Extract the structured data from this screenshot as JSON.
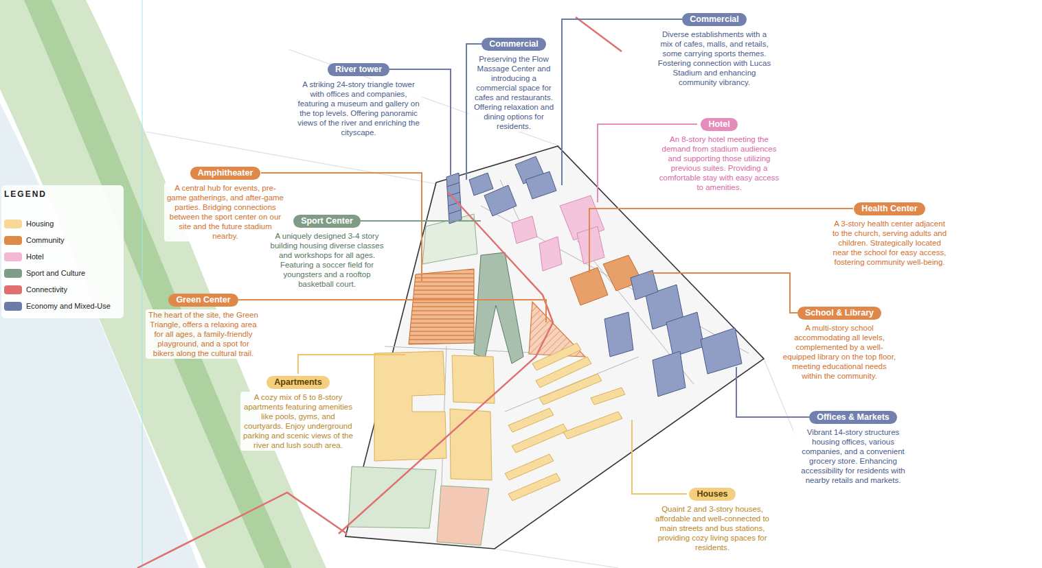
{
  "diagram": {
    "nodes": [
      {
        "text": [
          "River tower",
          "A striking 24-story triangle tower with offices and companies, featuring a museum and gallery on the top levels. Offering panoramic views of the river and enriching the cityscape."
        ]
      },
      {
        "text": [
          "Commercial",
          "Preserving the Flow Massage Center and introducing a commercial space for cafes and restaurants. Offering relaxation and dining options for residents."
        ]
      },
      {
        "text": [
          "Commercial",
          "Diverse establishments with a mix of cafes, malls, and retails, some carrying sports themes. Fostering connection with Lucas Stadium and enhancing community vibrancy."
        ]
      },
      {
        "text": [
          "Hotel",
          "An 8-story hotel meeting the demand from stadium audiences and supporting those utilizing previous suites. Providing a comfortable stay with easy access to amenities."
        ]
      },
      {
        "text": [
          "Amphitheater",
          "A central hub for events, pre-game gatherings, and after-game parties. Bridging connections between the sport center on our site and the future stadium nearby."
        ]
      },
      {
        "text": [
          "Sport Center",
          "A uniquely designed 3-4 story building housing diverse classes and workshops for all ages. Featuring a soccer field for youngsters and a rooftop basketball court."
        ]
      },
      {
        "text": [
          "Health Center",
          "A 3-story health center adjacent to the church, serving adults and children. Strategically located near the school for easy access, fostering community well-being."
        ]
      },
      {
        "text": [
          "Green Center",
          "The heart of the site, the Green Triangle, offers a relaxing area for all ages, a family-friendly playground, and a spot for bikers along the cultural trail."
        ]
      },
      {
        "text": [
          "School & Library",
          "A multi-story school accommodating all levels, complemented by a well-equipped library on the top floor, meeting educational needs within the community."
        ]
      },
      {
        "text": [
          "Apartments",
          "A cozy mix of 5 to 8-story apartments featuring amenities like pools, gyms, and courtyards. Enjoy underground parking and scenic views of the river and lush south area."
        ]
      },
      {
        "text": [
          "Offices & Markets",
          "Vibrant 14-story structures housing offices, various companies, and a convenient grocery store. Enhancing accessibility for residents with nearby retails and markets."
        ]
      },
      {
        "text": [
          "Houses",
          "Quaint 2 and 3-story houses, affordable and well-connected to main streets and bus stations, providing cozy living spaces for residents."
        ]
      }
    ],
    "labels": [
      "LEGEND"
    ],
    "legend": [
      {
        "text": "Housing",
        "color": "#f7d898"
      },
      {
        "text": "Community",
        "color": "#e08a47"
      },
      {
        "text": "Hotel",
        "color": "#f2b8d4"
      },
      {
        "text": "Sport and Culture",
        "color": "#7f9d86"
      },
      {
        "text": "Connectivity",
        "color": "#e07070"
      },
      {
        "text": "Economy and Mixed-Use",
        "color": "#6b7aa6"
      }
    ]
  }
}
